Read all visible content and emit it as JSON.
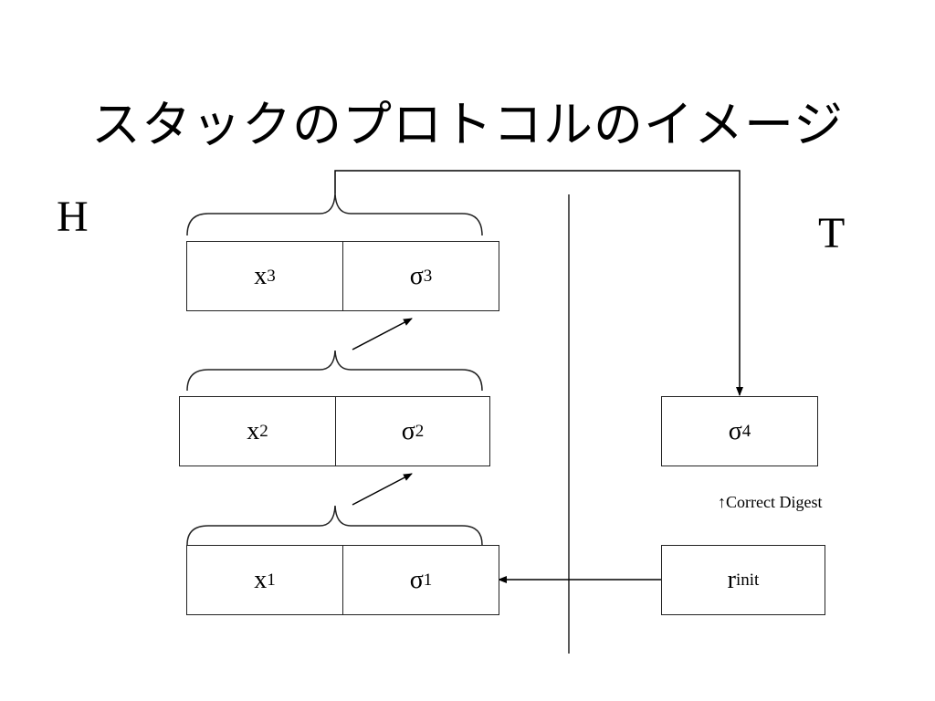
{
  "title": "スタックのプロトコルのイメージ",
  "parties": {
    "left": "H",
    "right": "T"
  },
  "stack": [
    {
      "x": "x",
      "x_sub": "3",
      "sigma": "σ",
      "sigma_sub": "3"
    },
    {
      "x": "x",
      "x_sub": "2",
      "sigma": "σ",
      "sigma_sub": "2"
    },
    {
      "x": "x",
      "x_sub": "1",
      "sigma": "σ",
      "sigma_sub": "1"
    }
  ],
  "trusted": {
    "digest": {
      "label": "σ",
      "sub": "4"
    },
    "init": {
      "label": "r",
      "sub": "init"
    },
    "note": "↑Correct Digest"
  }
}
